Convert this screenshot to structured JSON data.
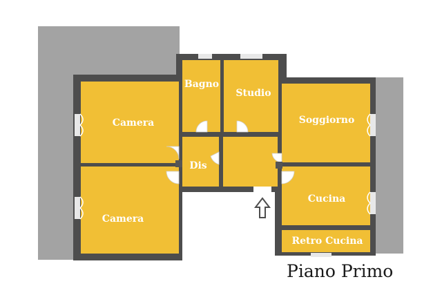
{
  "caption": "Piano Primo",
  "colors": {
    "room_fill": "#f1bf35",
    "wall": "#4d4d4d",
    "outdoor": "#a3a3a3",
    "door": "#ffffff"
  },
  "rooms": {
    "camera_top": "Camera",
    "camera_bottom": "Camera",
    "bagno": "Bagno",
    "studio": "Studio",
    "dis": "Dis",
    "soggiorno": "Soggiorno",
    "cucina": "Cucina",
    "retro_cucina": "Retro Cucina"
  },
  "entrance_icon": "up-arrow-icon"
}
